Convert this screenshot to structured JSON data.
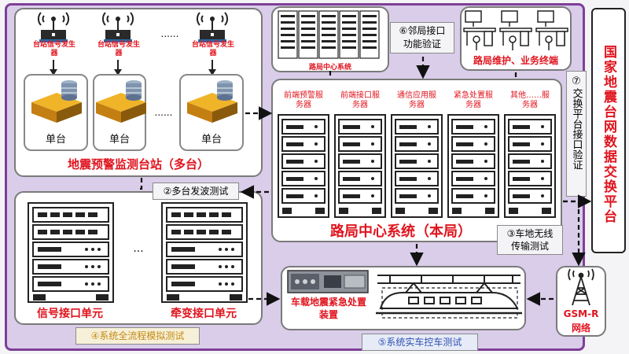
{
  "header": {
    "signal_generator_label": "台站信号发生器",
    "ellipsis": "......"
  },
  "stations": {
    "unit_label": "单台",
    "dots": "......",
    "title": "地震预警监测台站（多台）"
  },
  "interface_units": {
    "signal_unit": "信号接口单元",
    "traction_unit": "牵变接口单元",
    "dots": "..."
  },
  "tests": {
    "multi_station": "②多台发波测试",
    "full_process": "④系统全流程模拟测试",
    "car_ground": "③车地无线传输测试",
    "real_vehicle": "⑤系统实车控车测试",
    "neighbor_line1": "⑥邻局接口",
    "neighbor_line2": "功能验证",
    "exchange_num": "⑦",
    "exchange_text": "交换平台接口验证"
  },
  "center": {
    "servers": [
      "前端预警服务器",
      "前端接口服务器",
      "通信应用服务器",
      "紧急处置服务器",
      "其他……服务器"
    ],
    "title": "路局中心系统（本局）",
    "neighbor_caption": "路局中心系统"
  },
  "terminals": {
    "label": "路局维护、业务终端"
  },
  "platform": {
    "title": "国家地震台网数据交换平台"
  },
  "vehicle": {
    "device_label": "车载地震紧急处置装置"
  },
  "gsm": {
    "label_line1": "GSM-R",
    "label_line2": "网络"
  },
  "colors": {
    "accent_red": "#e0141e",
    "purple": "#7f3f98",
    "lavender": "#d9cde9"
  }
}
